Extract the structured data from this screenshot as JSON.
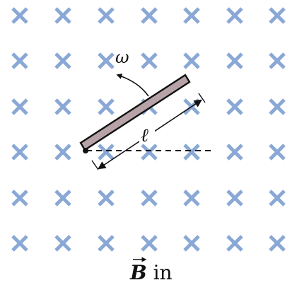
{
  "diagram": {
    "omega_label": "ω",
    "length_label": "ℓ",
    "field_label_symbol": "B",
    "field_label_suffix": " in",
    "field_marker": "×",
    "rod_color": "#b7a3a7",
    "field_color": "#8aa8d6",
    "ink_color": "#111111"
  }
}
